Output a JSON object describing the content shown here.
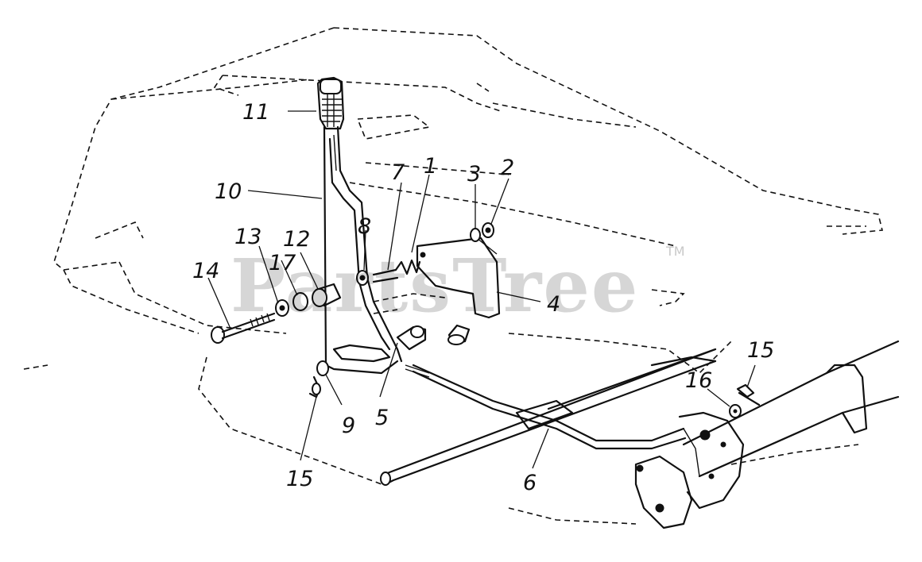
{
  "watermark": {
    "text": "PartsTree",
    "trademark": "TM"
  },
  "callouts": [
    {
      "id": "callout-1",
      "label": "1"
    },
    {
      "id": "callout-2",
      "label": "2"
    },
    {
      "id": "callout-3",
      "label": "3"
    },
    {
      "id": "callout-4",
      "label": "4"
    },
    {
      "id": "callout-5",
      "label": "5"
    },
    {
      "id": "callout-6",
      "label": "6"
    },
    {
      "id": "callout-7",
      "label": "7"
    },
    {
      "id": "callout-8",
      "label": "8"
    },
    {
      "id": "callout-9",
      "label": "9"
    },
    {
      "id": "callout-10",
      "label": "10"
    },
    {
      "id": "callout-11",
      "label": "11"
    },
    {
      "id": "callout-12",
      "label": "12"
    },
    {
      "id": "callout-13",
      "label": "13"
    },
    {
      "id": "callout-14",
      "label": "14"
    },
    {
      "id": "callout-15a",
      "label": "15"
    },
    {
      "id": "callout-15b",
      "label": "15"
    },
    {
      "id": "callout-16",
      "label": "16"
    },
    {
      "id": "callout-17",
      "label": "17"
    }
  ]
}
